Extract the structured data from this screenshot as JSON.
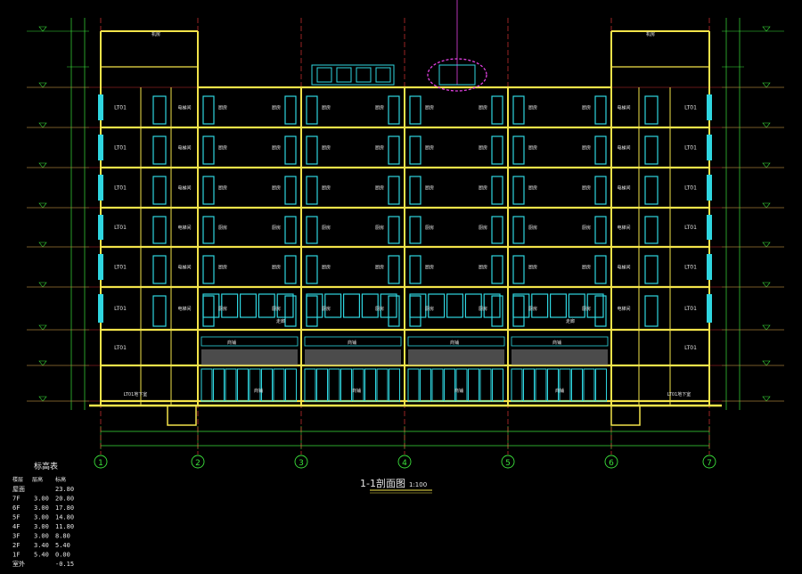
{
  "drawing": {
    "title": "1-1剖面图",
    "scale": "1:100"
  },
  "colors": {
    "background": "#000000",
    "slab": "#f2e34a",
    "wall": "#f2e34a",
    "axis": "#ff3b3b",
    "window": "#2fd6e0",
    "dimension": "#3be03b",
    "text": "#e6e6e6",
    "cloud": "#e040e0",
    "grey": "#888888"
  },
  "axes": [
    "1",
    "2",
    "3",
    "4",
    "5",
    "6",
    "7"
  ],
  "room_labels": {
    "stair_core": "LT01",
    "main_room": "厨房",
    "stair_room": "电梯间",
    "corridor": "走廊",
    "shop": "商铺",
    "roof_room": "机房",
    "ground_left": "LT01地下室",
    "ground_right": "LT01地下室"
  },
  "elevation_table": {
    "title": "标高表",
    "headers": [
      "楼层",
      "层高",
      "标高"
    ],
    "rows": [
      [
        "屋面",
        "",
        "23.80"
      ],
      [
        "7F",
        "3.00",
        "20.80"
      ],
      [
        "6F",
        "3.00",
        "17.80"
      ],
      [
        "5F",
        "3.00",
        "14.80"
      ],
      [
        "4F",
        "3.00",
        "11.80"
      ],
      [
        "3F",
        "3.00",
        "8.80"
      ],
      [
        "2F",
        "3.40",
        "5.40"
      ],
      [
        "1F",
        "5.40",
        "0.00"
      ],
      [
        "室外",
        "",
        "-0.15"
      ]
    ]
  }
}
